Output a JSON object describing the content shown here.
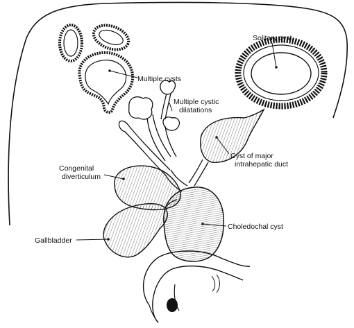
{
  "labels": {
    "solitary_cyst": "Solitary cyst",
    "multiple_cysts": "Multiple cysts",
    "multiple_cystic_1": "Multiple cystic",
    "multiple_cystic_2": "dilatations",
    "major_duct_1": "Cyst of major",
    "major_duct_2": "intrahepatic duct",
    "diverticulum_1": "Congenital",
    "diverticulum_2": "diverticulum",
    "choledochal": "Choledochal cyst",
    "gallbladder": "Gallbladder"
  },
  "colors": {
    "ink": "#111111",
    "paper": "#ffffff"
  }
}
